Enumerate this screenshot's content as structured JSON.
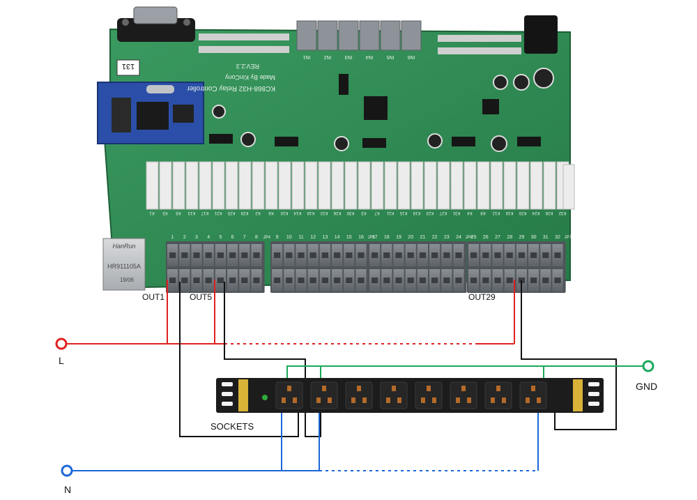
{
  "board": {
    "model": "KC868-H32 Relay Controller",
    "maker": "Made By KinCony",
    "revision": "REV:2.3",
    "serial": "131",
    "rj45_brand": "HanRun",
    "rj45_model": "HR911105A",
    "rj45_date": "19/06",
    "input_labels": [
      "IN1",
      "IN2",
      "IN3",
      "IN4",
      "IN5",
      "IN6"
    ],
    "relay_labels": [
      "K1",
      "K5",
      "K9",
      "K13",
      "K17",
      "K21",
      "K25",
      "K29",
      "K2",
      "K6",
      "K10",
      "K14",
      "K18",
      "K22",
      "K26",
      "K30",
      "K3",
      "K7",
      "K11",
      "K15",
      "K19",
      "K23",
      "K27",
      "K31",
      "K4",
      "K8",
      "K12",
      "K16",
      "K20",
      "K24",
      "K28",
      "K32"
    ],
    "terminal_numbers": [
      "1",
      "2",
      "3",
      "4",
      "5",
      "6",
      "7",
      "8",
      "9",
      "10",
      "11",
      "12",
      "13",
      "14",
      "15",
      "16",
      "17",
      "18",
      "19",
      "20",
      "21",
      "22",
      "23",
      "24",
      "25",
      "26",
      "27",
      "28",
      "29",
      "30",
      "31",
      "32"
    ],
    "jp_labels": [
      "JP4",
      "JP5",
      "JP6",
      "JP7"
    ]
  },
  "labels": {
    "out1": "OUT1",
    "out5": "OUT5",
    "out29": "OUT29",
    "live": "L",
    "neutral": "N",
    "ground": "GND",
    "sockets": "SOCKETS"
  },
  "colors": {
    "live": "#e02020",
    "neutral": "#1a66d9",
    "ground": "#1aa85a",
    "wire_black": "#111111",
    "pcb": "#2f8a52"
  }
}
